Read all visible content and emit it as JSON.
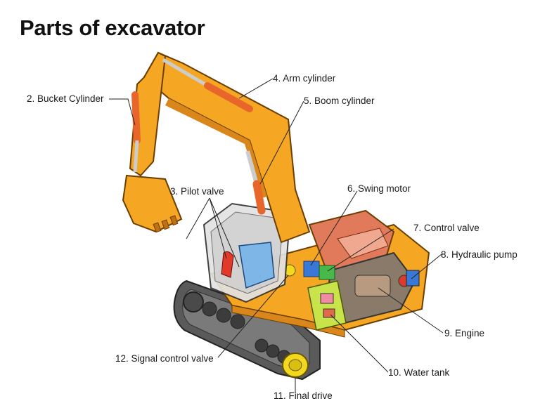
{
  "title": "Parts of excavator",
  "labels": [
    {
      "id": "bucket-cylinder",
      "text": "2. Bucket Cylinder"
    },
    {
      "id": "pilot-valve",
      "text": "3. Pilot valve"
    },
    {
      "id": "arm-cylinder",
      "text": "4. Arm cylinder"
    },
    {
      "id": "boom-cylinder",
      "text": "5. Boom cylinder"
    },
    {
      "id": "swing-motor",
      "text": "6. Swing motor"
    },
    {
      "id": "control-valve",
      "text": "7. Control valve"
    },
    {
      "id": "hydraulic-pump",
      "text": "8. Hydraulic pump"
    },
    {
      "id": "engine",
      "text": "9. Engine"
    },
    {
      "id": "water-tank",
      "text": "10. Water tank"
    },
    {
      "id": "final-drive",
      "text": "11. Final drive"
    },
    {
      "id": "signal-control-valve",
      "text": "12. Signal control valve"
    }
  ],
  "colors": {
    "body": "#f5a623",
    "body_dark": "#d9861a",
    "cylinder": "#e8662a",
    "track": "#4a4a4a",
    "cab_glass": "#d7d7d7",
    "pilot_valve": "#e03a2a",
    "operator_seat": "#7fb6e8",
    "swing_motor": "#3a78d8",
    "control_valve": "#49b84a",
    "engine_block": "#e06a4a",
    "water_tank": "#c9e34a",
    "final_drive": "#f2d81e",
    "leader": "#222222"
  }
}
